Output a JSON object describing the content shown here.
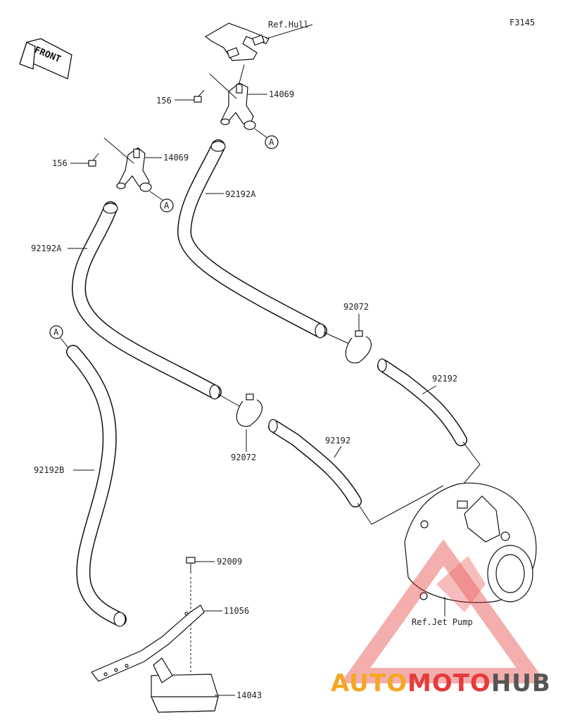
{
  "diagram_code": "F3145",
  "front_label": "FRONT",
  "refs": {
    "hull": "Ref.Hull",
    "jet_pump": "Ref.Jet Pump"
  },
  "callout_a": "A",
  "parts": {
    "bolt_upper": "156",
    "bolt_lower": "156",
    "fitting_upper": "14069",
    "fitting_lower": "14069",
    "hose_upper": "92192A",
    "hose_lower": "92192A",
    "hose_outlet": "92192B",
    "clamp_upper": "92072",
    "clamp_lower": "92072",
    "hose_pump_right": "92192",
    "hose_pump_left": "92192",
    "screw": "92009",
    "bracket": "11056",
    "filter": "14043"
  },
  "watermark": {
    "part1": "AUTO",
    "part2": "MOTO",
    "part3": "HUB"
  },
  "colors": {
    "watermark_orange": "#f5a623",
    "watermark_red": "#e63b3b",
    "watermark_gray": "#555555",
    "line": "#111111"
  }
}
